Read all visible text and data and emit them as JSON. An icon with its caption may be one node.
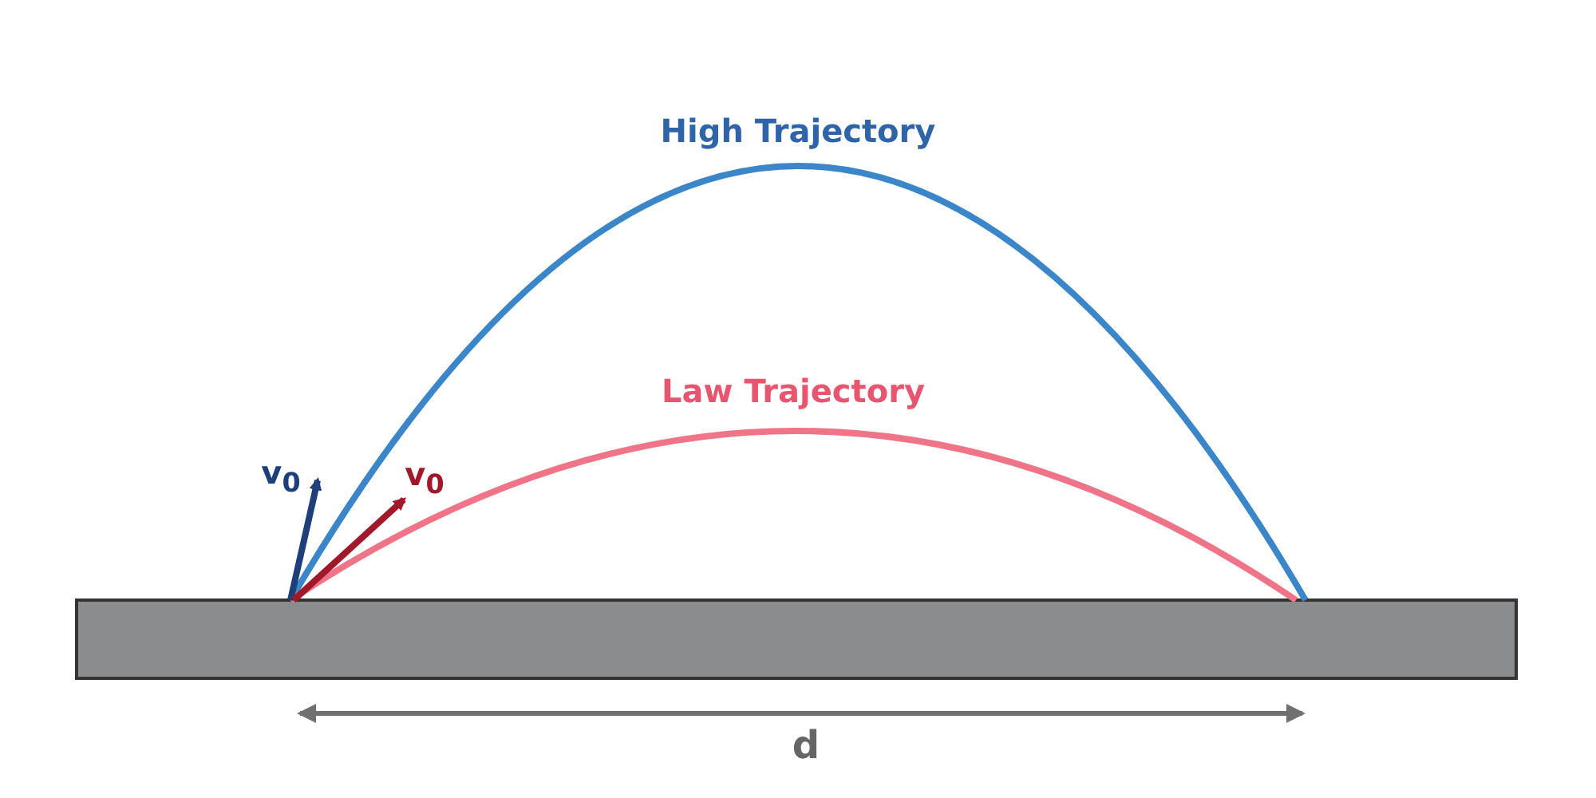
{
  "diagram": {
    "labels": [
      "High Trajectory",
      "Law Trajectory",
      "v$_{0}$",
      "v$_{0}$",
      "d"
    ]
  }
}
